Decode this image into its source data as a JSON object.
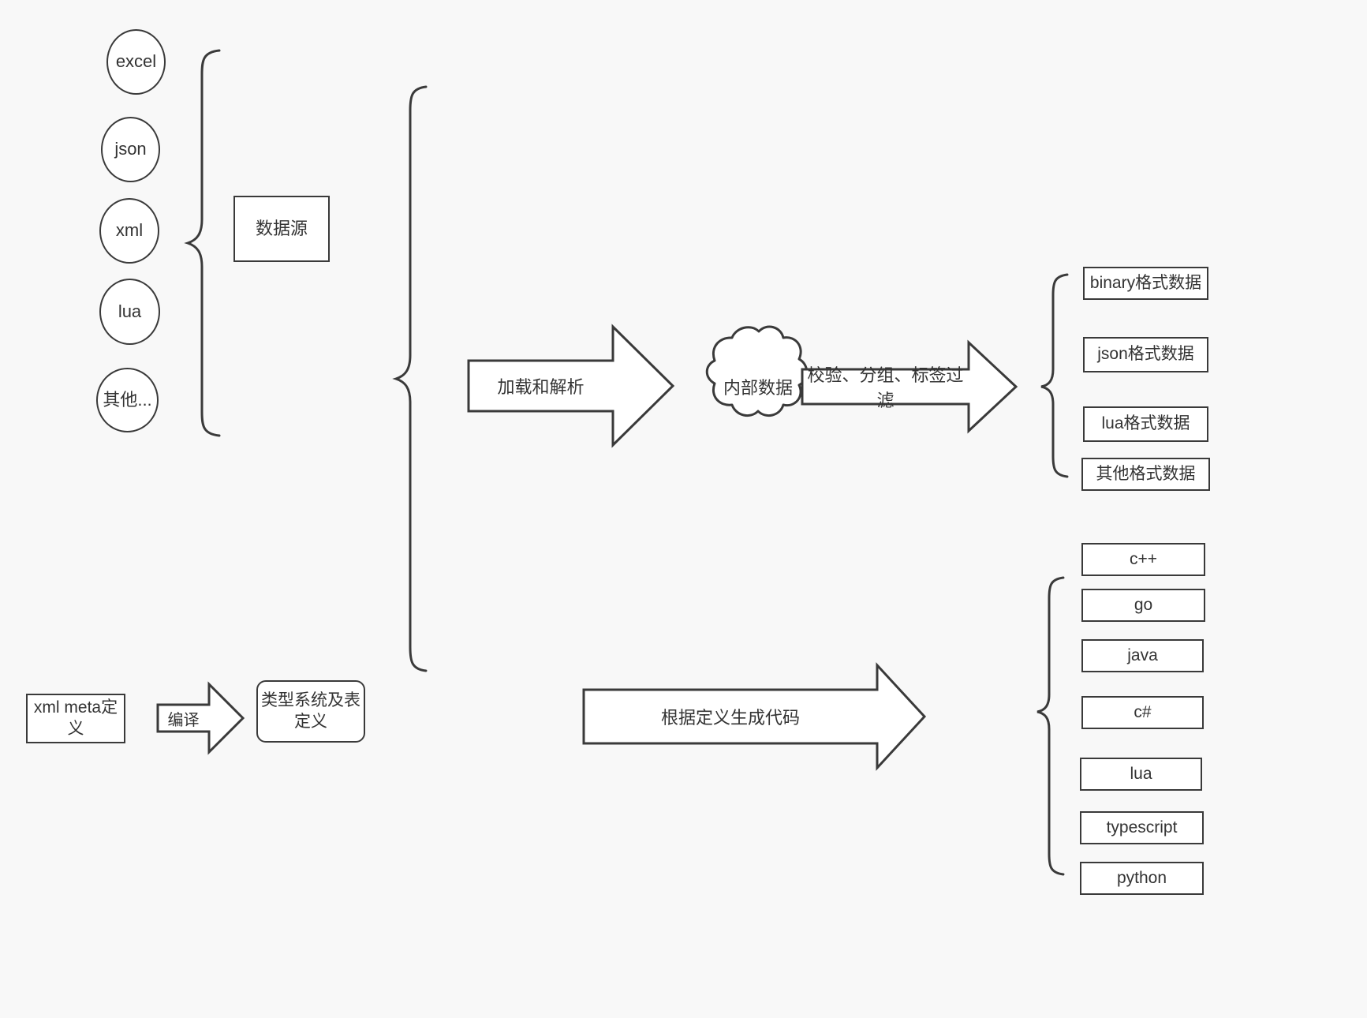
{
  "diagram": {
    "title": "data pipeline diagram",
    "background_color": "#f8f8f8",
    "stroke_color": "#3a3a3a",
    "text_color": "#333333",
    "fill_color": "#ffffff"
  },
  "sources": {
    "group_label": "数据源",
    "items": [
      {
        "label": "excel"
      },
      {
        "label": "json"
      },
      {
        "label": "xml"
      },
      {
        "label": "lua"
      },
      {
        "label": "其他..."
      }
    ]
  },
  "meta": {
    "definition_box": "xml meta定义",
    "compile_arrow": "编译",
    "type_system_box": "类型系统及表\n定义",
    "type_system_line1": "类型系统及表",
    "type_system_line2": "定义"
  },
  "pipeline": {
    "load_arrow": "加载和解析",
    "cloud": "内部数据",
    "filter_arrow": "校验、分组、标签过滤",
    "codegen_arrow": "根据定义生成代码"
  },
  "outputs": {
    "data_formats": [
      {
        "label": "binary格式数据"
      },
      {
        "label": "json格式数据"
      },
      {
        "label": "lua格式数据"
      },
      {
        "label": "其他格式数据"
      }
    ],
    "languages": [
      {
        "label": "c++"
      },
      {
        "label": "go"
      },
      {
        "label": "java"
      },
      {
        "label": "c#"
      },
      {
        "label": "lua"
      },
      {
        "label": "typescript"
      },
      {
        "label": "python"
      }
    ]
  }
}
